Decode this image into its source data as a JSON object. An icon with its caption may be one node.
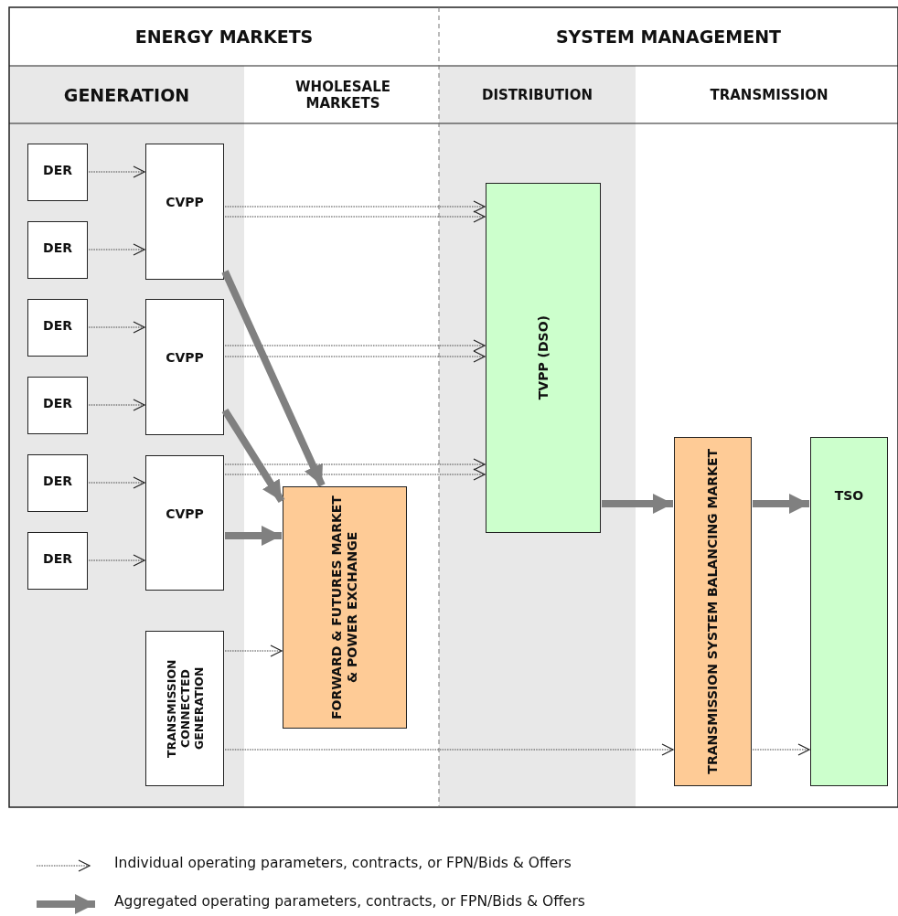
{
  "diagram": {
    "nodes": [
      {
        "text": [
          "DER"
        ]
      },
      {
        "text": [
          "DER"
        ]
      },
      {
        "text": [
          "DER"
        ]
      },
      {
        "text": [
          "DER"
        ]
      },
      {
        "text": [
          "DER"
        ]
      },
      {
        "text": [
          "DER"
        ]
      },
      {
        "text": [
          "CVPP"
        ]
      },
      {
        "text": [
          "CVPP"
        ]
      },
      {
        "text": [
          "CVPP"
        ]
      },
      {
        "text": [
          "TRANSMISSION CONNECTED GENERATION"
        ]
      },
      {
        "text": [
          "FORWARD & FUTURES MARKET & POWER EXCHANGE"
        ]
      },
      {
        "text": [
          "TVPP (DSO)"
        ]
      },
      {
        "text": [
          "TRANSMISSION SYSTEM BALANCING MARKET"
        ]
      },
      {
        "text": [
          "TSO"
        ]
      }
    ],
    "edges": [
      {
        "from": 0,
        "to": 6,
        "arrow": "to",
        "style": "dashed"
      },
      {
        "from": 1,
        "to": 6,
        "arrow": "to",
        "style": "dashed"
      },
      {
        "from": 2,
        "to": 7,
        "arrow": "to",
        "style": "dashed"
      },
      {
        "from": 3,
        "to": 7,
        "arrow": "to",
        "style": "dashed"
      },
      {
        "from": 4,
        "to": 8,
        "arrow": "to",
        "style": "dashed"
      },
      {
        "from": 5,
        "to": 8,
        "arrow": "to",
        "style": "dashed"
      },
      {
        "from": 6,
        "to": 11,
        "arrow": "to",
        "style": "dashed"
      },
      {
        "from": 6,
        "to": 11,
        "arrow": "to",
        "style": "dashed"
      },
      {
        "from": 7,
        "to": 11,
        "arrow": "to",
        "style": "dashed"
      },
      {
        "from": 7,
        "to": 11,
        "arrow": "to",
        "style": "dashed"
      },
      {
        "from": 8,
        "to": 11,
        "arrow": "to",
        "style": "dashed"
      },
      {
        "from": 8,
        "to": 11,
        "arrow": "to",
        "style": "dashed"
      },
      {
        "from": 6,
        "to": 10,
        "arrow": "to",
        "style": "thick"
      },
      {
        "from": 7,
        "to": 10,
        "arrow": "to",
        "style": "thick"
      },
      {
        "from": 8,
        "to": 10,
        "arrow": "to",
        "style": "thick"
      },
      {
        "from": 9,
        "to": 10,
        "arrow": "to",
        "style": "dashed"
      },
      {
        "from": 9,
        "to": 12,
        "arrow": "to",
        "style": "dashed"
      },
      {
        "from": 11,
        "to": 12,
        "arrow": "to",
        "style": "thick"
      },
      {
        "from": 12,
        "to": 13,
        "arrow": "to",
        "style": "thick"
      },
      {
        "from": 12,
        "to": 13,
        "arrow": "to",
        "style": "dashed"
      }
    ],
    "labels": [
      "ENERGY MARKETS",
      "SYSTEM MANAGEMENT",
      "GENERATION",
      "WHOLESALE MARKETS",
      "DISTRIBUTION",
      "TRANSMISSION"
    ],
    "legend": [
      {
        "text": "Individual operating parameters, contracts, or FPN/Bids & Offers"
      },
      {
        "text": "Aggregated operating parameters, contracts, or FPN/Bids & Offers"
      }
    ]
  }
}
